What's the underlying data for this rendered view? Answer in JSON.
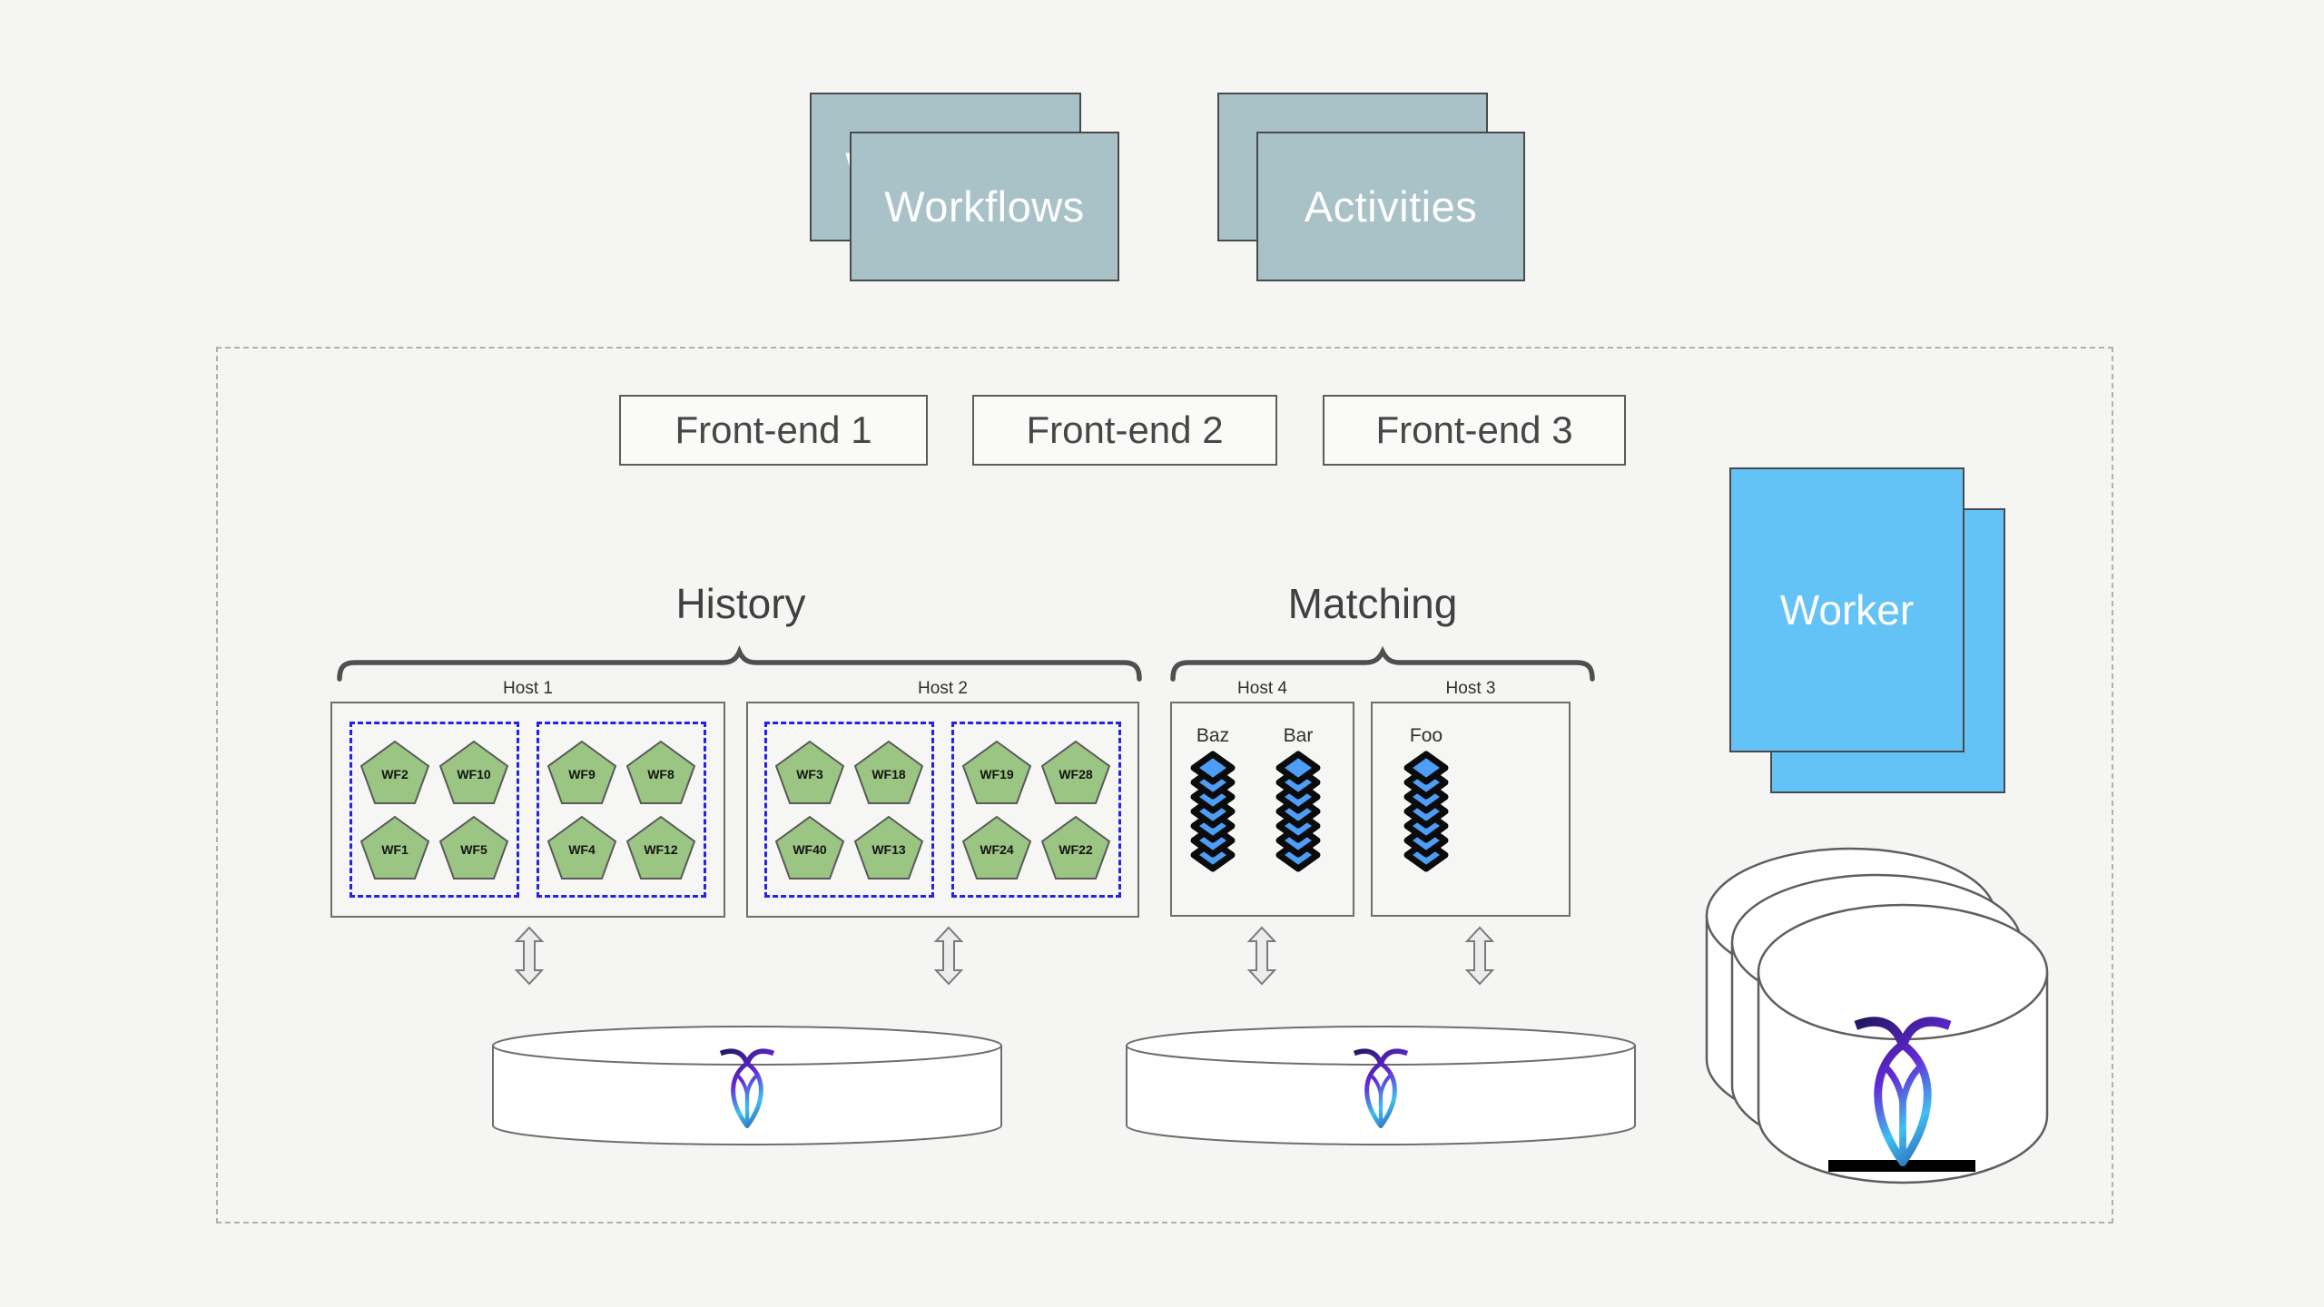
{
  "title_cards": {
    "workflows": "Workflows",
    "activities": "Activities"
  },
  "frontends": [
    "Front-end 1",
    "Front-end 2",
    "Front-end 3"
  ],
  "services": {
    "history": "History",
    "matching": "Matching"
  },
  "hosts": [
    {
      "name": "Host 1",
      "shards": [
        [
          "WF2",
          "WF10",
          "WF1",
          "WF5"
        ],
        [
          "WF9",
          "WF8",
          "WF4",
          "WF12"
        ]
      ]
    },
    {
      "name": "Host 2",
      "shards": [
        [
          "WF3",
          "WF18",
          "WF40",
          "WF13"
        ],
        [
          "WF19",
          "WF28",
          "WF24",
          "WF22"
        ]
      ]
    },
    {
      "name": "Host 4",
      "queues": [
        "Baz",
        "Bar"
      ]
    },
    {
      "name": "Host 3",
      "queues": [
        "Foo"
      ]
    }
  ],
  "worker": {
    "label": "Worker"
  },
  "colors": {
    "background": "#f5f5f3",
    "teal_card": "#a9c2c8",
    "worker_blue": "#63c2f6",
    "pentagon_green": "#9ac583",
    "queue_blue": "#4d9ef5",
    "shard_dash_blue": "#2323e8",
    "logo_gradient": [
      "#151347",
      "#6329d8",
      "#3fc0f0",
      "#273a9b"
    ]
  }
}
